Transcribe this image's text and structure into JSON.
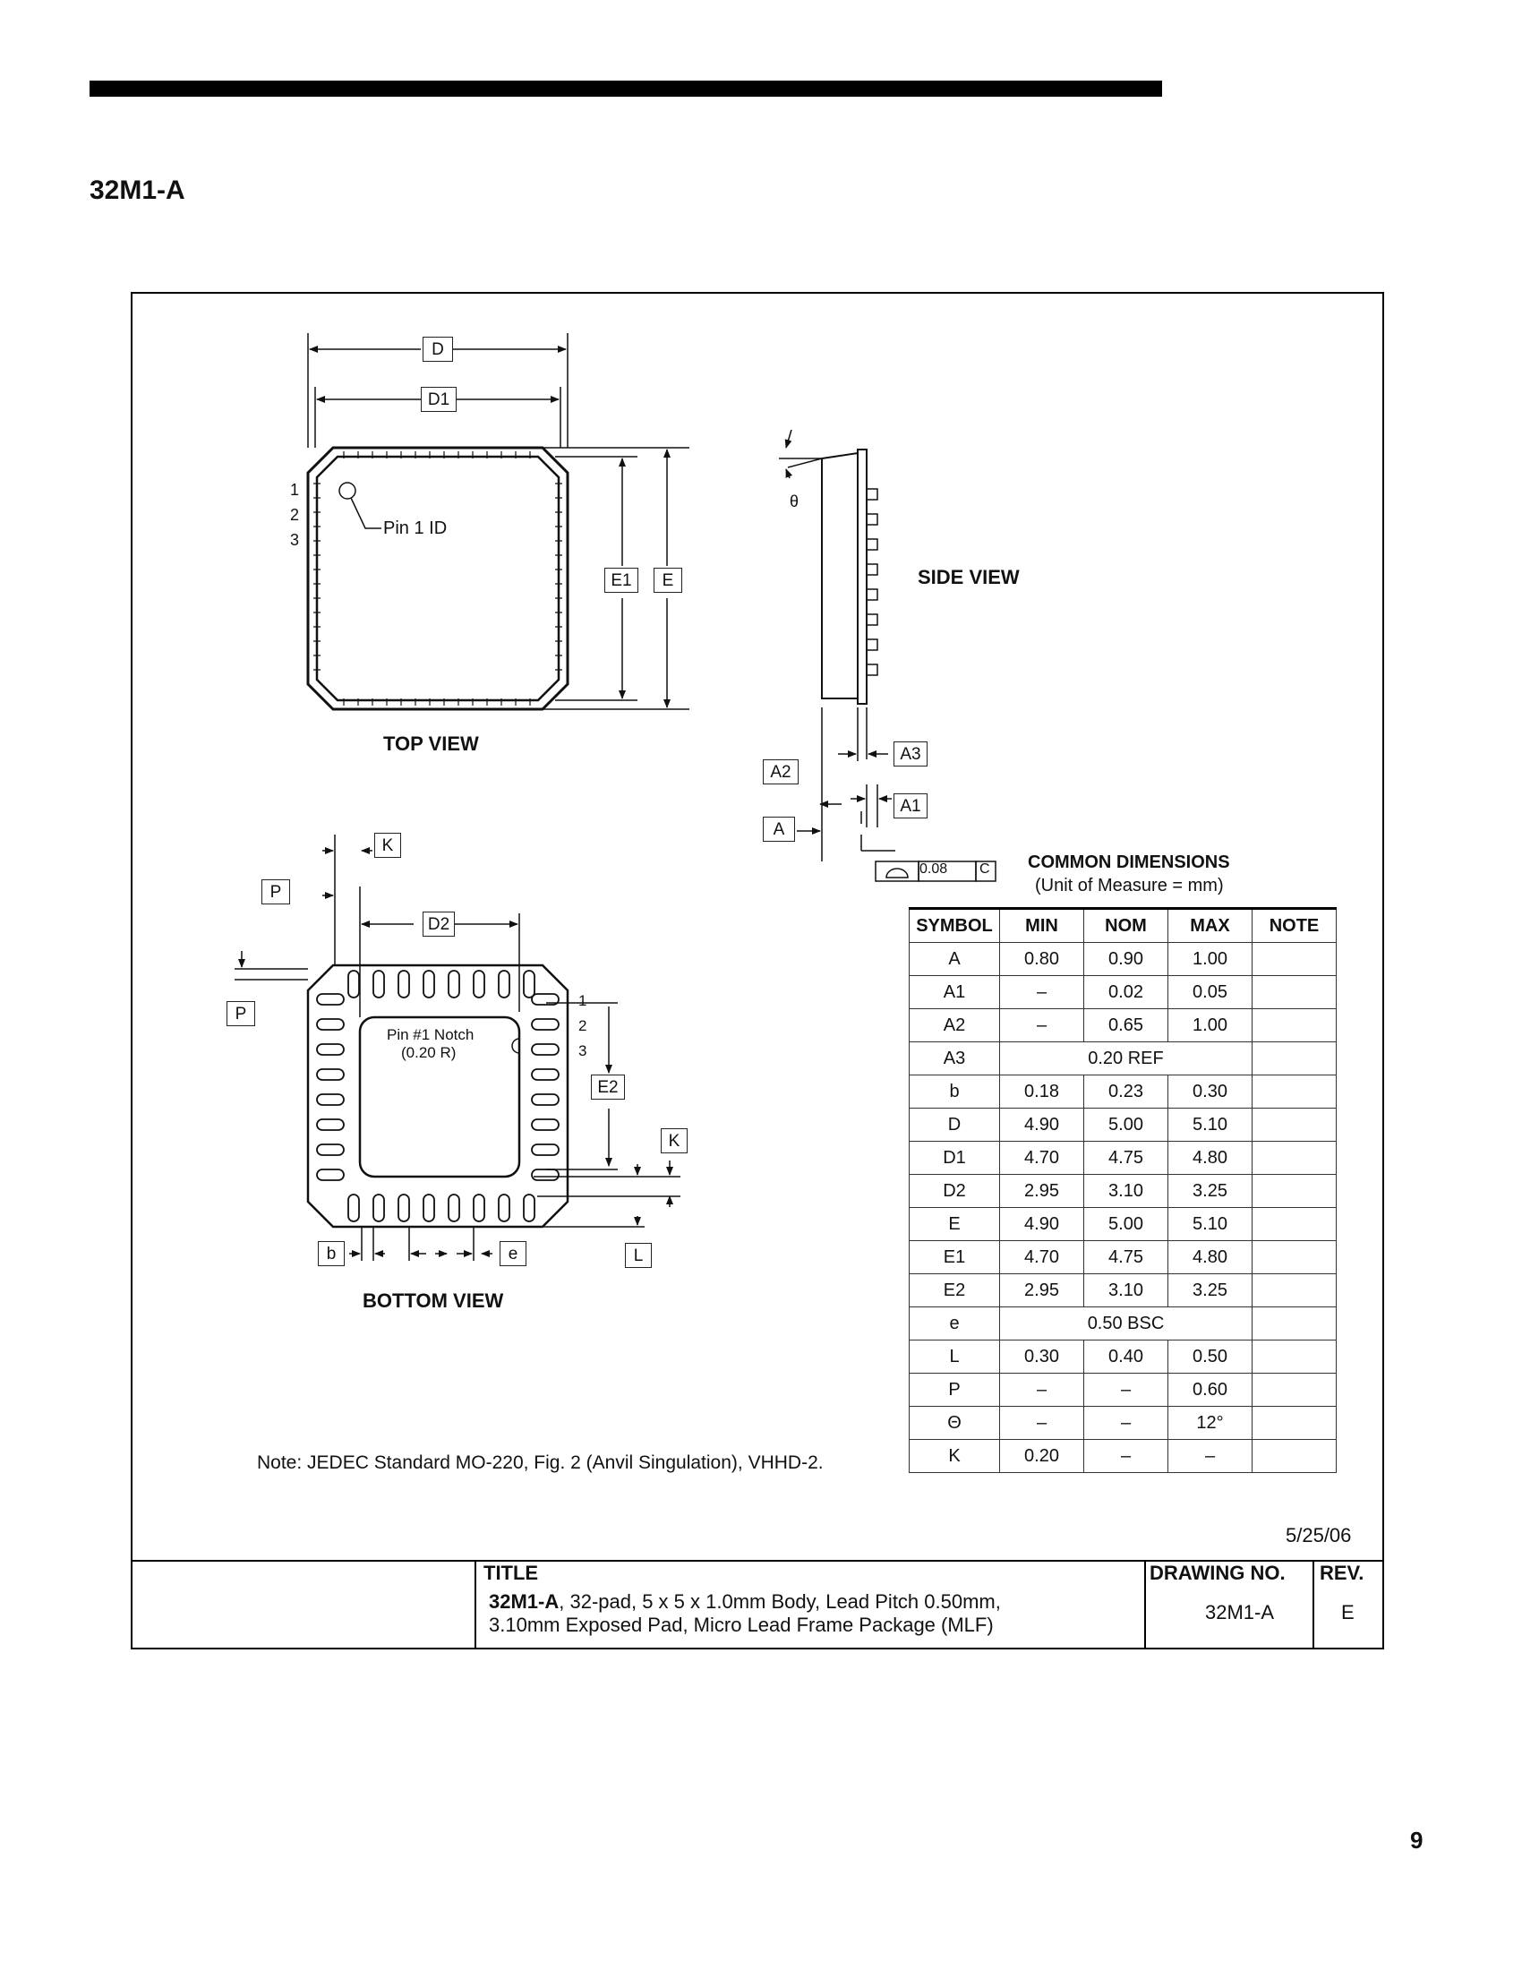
{
  "header": {
    "title": "32M1-A"
  },
  "views": {
    "top_view": "TOP VIEW",
    "side_view": "SIDE VIEW",
    "bottom_view": "BOTTOM VIEW",
    "pin1_id": "Pin 1 ID",
    "pin1_notch": "Pin #1 Notch",
    "pin1_notch_r": "(0.20 R)",
    "theta": "θ",
    "flatness": "0.08",
    "datum_c": "C",
    "pin_numbers": [
      "1",
      "2",
      "3"
    ]
  },
  "dimension_labels": {
    "D": "D",
    "D1": "D1",
    "E1": "E1",
    "E": "E",
    "P": "P",
    "K": "K",
    "D2": "D2",
    "E2": "E2",
    "L": "L",
    "b": "b",
    "e": "e",
    "A": "A",
    "A1": "A1",
    "A2": "A2",
    "A3": "A3"
  },
  "table": {
    "heading": "COMMON DIMENSIONS",
    "subheading": "(Unit of Measure = mm)",
    "columns": [
      "SYMBOL",
      "MIN",
      "NOM",
      "MAX",
      "NOTE"
    ],
    "rows": [
      [
        "A",
        "0.80",
        "0.90",
        "1.00",
        ""
      ],
      [
        "A1",
        "–",
        "0.02",
        "0.05",
        ""
      ],
      [
        "A2",
        "–",
        "0.65",
        "1.00",
        ""
      ],
      [
        "A3",
        "0.20 REF",
        null,
        null,
        ""
      ],
      [
        "b",
        "0.18",
        "0.23",
        "0.30",
        ""
      ],
      [
        "D",
        "4.90",
        "5.00",
        "5.10",
        ""
      ],
      [
        "D1",
        "4.70",
        "4.75",
        "4.80",
        ""
      ],
      [
        "D2",
        "2.95",
        "3.10",
        "3.25",
        ""
      ],
      [
        "E",
        "4.90",
        "5.00",
        "5.10",
        ""
      ],
      [
        "E1",
        "4.70",
        "4.75",
        "4.80",
        ""
      ],
      [
        "E2",
        "2.95",
        "3.10",
        "3.25",
        ""
      ],
      [
        "e",
        "0.50 BSC",
        null,
        null,
        ""
      ],
      [
        "L",
        "0.30",
        "0.40",
        "0.50",
        ""
      ],
      [
        "P",
        "–",
        "–",
        "0.60",
        ""
      ],
      [
        "Θ",
        "–",
        "–",
        "12°",
        ""
      ],
      [
        "K",
        "0.20",
        "–",
        "–",
        ""
      ]
    ]
  },
  "note": "Note:  JEDEC Standard MO-220, Fig. 2 (Anvil Singulation), VHHD-2.",
  "date": "5/25/06",
  "title_block": {
    "title_label": "TITLE",
    "title_bold": "32M1-A",
    "title_line1_rest": ", 32-pad, 5 x 5 x 1.0mm Body, Lead Pitch 0.50mm,",
    "title_line2": "3.10mm Exposed  Pad, Micro Lead Frame Package (MLF)",
    "drawing_no_label": "DRAWING NO.",
    "drawing_no": "32M1-A",
    "rev_label": "REV.",
    "rev": "E"
  },
  "page_number": "9"
}
